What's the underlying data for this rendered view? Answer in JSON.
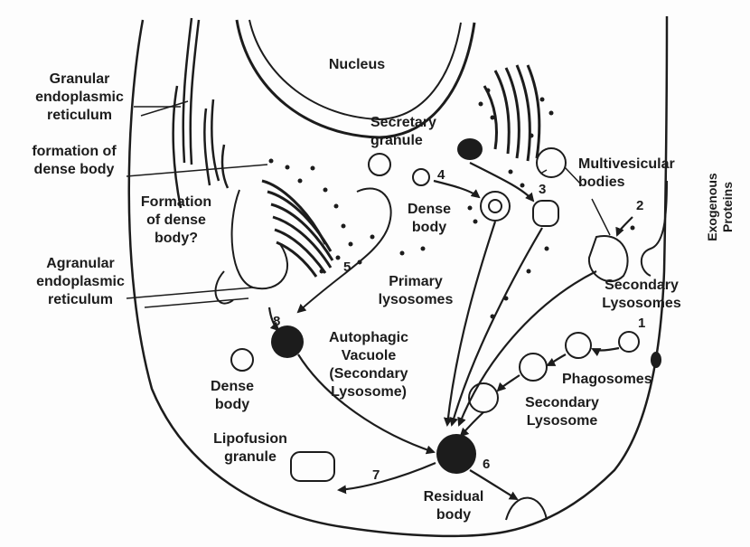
{
  "labels": {
    "nucleus": "Nucleus",
    "granular_er": [
      "Granular",
      "endoplasmic",
      "reticulum"
    ],
    "formation_dense_body_1": [
      "formation of",
      "dense body"
    ],
    "formation_dense_body_2": [
      "Formation",
      "of dense",
      "body?"
    ],
    "agranular_er": [
      "Agranular",
      "endoplasmic",
      "reticulum"
    ],
    "secretary_granule": [
      "Secretary",
      "granule"
    ],
    "dense_body_top": [
      "Dense",
      "body"
    ],
    "multivesicular": [
      "Multivesicular",
      "bodies"
    ],
    "exogenous_proteins": [
      "Exogenous",
      "Proteins"
    ],
    "primary_lysosomes": [
      "Primary",
      "lysosomes"
    ],
    "secondary_lysosomes_right": [
      "Secondary",
      "Lysosomes"
    ],
    "autophagic_vacuole": [
      "Autophagic",
      "Vacuole",
      "(Secondary",
      "Lysosome)"
    ],
    "dense_body_bottom": [
      "Dense",
      "body"
    ],
    "phagosomes": "Phagosomes",
    "secondary_lysosome_bottom": [
      "Secondary",
      "Lysosome"
    ],
    "lipofusion_granule": [
      "Lipofusion",
      "granule"
    ],
    "residual_body": [
      "Residual",
      "body"
    ]
  },
  "step_numbers": [
    "1",
    "2",
    "3",
    "4",
    "5",
    "6",
    "7",
    "8"
  ],
  "colors": {
    "ink": "#1c1c1c",
    "background": "#fdfdfd"
  }
}
